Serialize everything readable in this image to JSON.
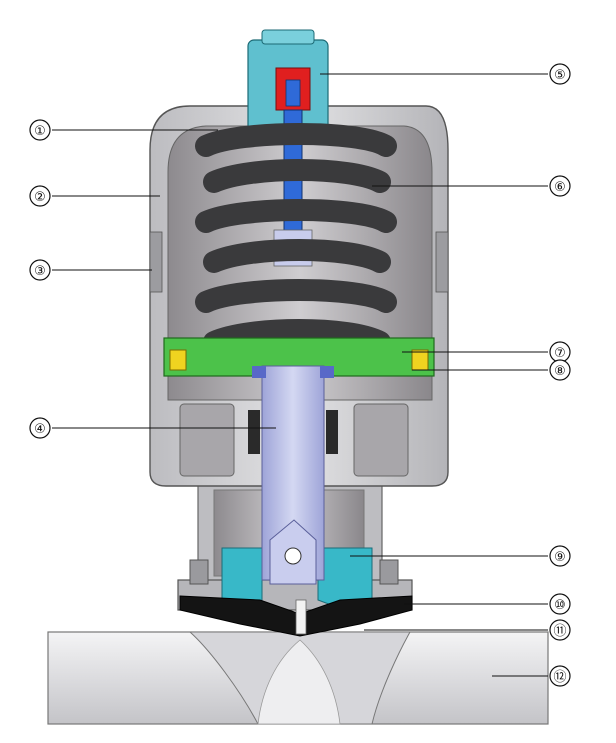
{
  "callouts": [
    {
      "id": "1",
      "label": "①"
    },
    {
      "id": "2",
      "label": "②"
    },
    {
      "id": "3",
      "label": "③"
    },
    {
      "id": "4",
      "label": "④"
    },
    {
      "id": "5",
      "label": "⑤"
    },
    {
      "id": "6",
      "label": "⑥"
    },
    {
      "id": "7",
      "label": "⑦"
    },
    {
      "id": "8",
      "label": "⑧"
    },
    {
      "id": "9",
      "label": "⑨"
    },
    {
      "id": "10",
      "label": "⑩"
    },
    {
      "id": "11",
      "label": "⑪"
    },
    {
      "id": "12",
      "label": "⑫"
    }
  ],
  "colors": {
    "housing": "#c9c9cc",
    "housing_dark": "#8e8e92",
    "spring": "#3a3a3c",
    "indicator_cap": "#5fc0cf",
    "indicator_red": "#e01f1f",
    "stem_blue": "#2f6ad8",
    "piston_green": "#4cc24a",
    "seal_yellow": "#f0d320",
    "shaft": "#b8bde6",
    "diaphragm_holder_cyan": "#38b8c8",
    "diaphragm_black": "#141414",
    "pipe": "#e4e4e6"
  }
}
